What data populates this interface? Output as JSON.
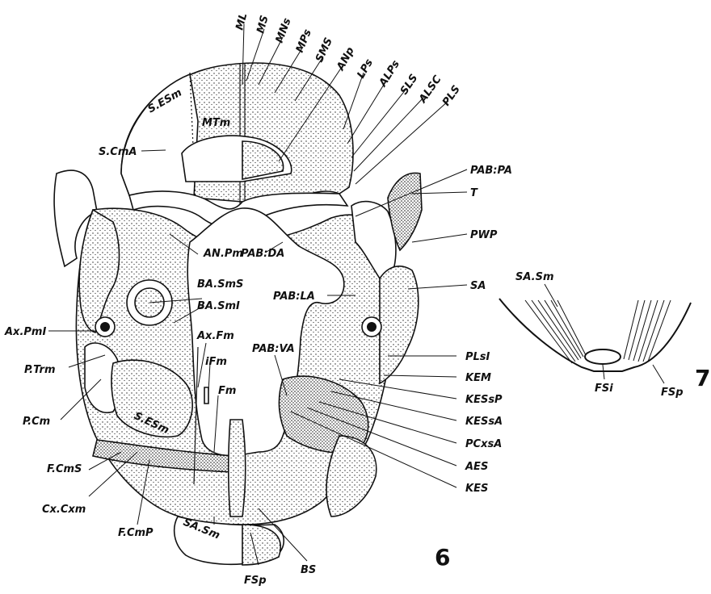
{
  "figure6": {
    "number": "6",
    "labels": {
      "ML": "ML",
      "MS": "MS",
      "MNs": "MNs",
      "MPs": "MPs",
      "SMS": "SMS",
      "ANp": "ANp",
      "LPs": "LPs",
      "ALPs": "ALPs",
      "SLS": "SLS",
      "ALSC": "ALSC",
      "PLS": "PLS",
      "SCmA": "S.CmA",
      "SESm_top": "S.ESm",
      "MTm": "MTm",
      "PAB_PA": "PAB:PA",
      "T": "T",
      "PWP": "PWP",
      "SA": "SA",
      "ANPm": "AN.Pm",
      "PAB_DA": "PAB:DA",
      "PAB_LA": "PAB:LA",
      "BASmS": "BA.SmS",
      "BASmI": "BA.SmI",
      "AxPmI": "Ax.PmI",
      "AxFm": "Ax.Fm",
      "PAB_VA": "PAB:VA",
      "iFm": "iFm",
      "PLsI": "PLsI",
      "PTrm": "P.Trm",
      "KEM": "KEM",
      "KESsP": "KESsP",
      "PCm": "P.Cm",
      "SESm_low": "S.ESm",
      "Fm": "Fm",
      "KESsA": "KESsA",
      "PCxsA": "PCxsA",
      "FCmS": "F.CmS",
      "AES": "AES",
      "KES": "KES",
      "CxCxm": "Cx.Cxm",
      "FCmP": "F.CmP",
      "SASm": "SA.Sm",
      "BS": "BS",
      "FSp": "FSp"
    }
  },
  "figure7": {
    "number": "7",
    "labels": {
      "SASm": "SA.Sm",
      "FSi": "FSi",
      "FSp": "FSp"
    }
  },
  "colors": {
    "ink": "#111111",
    "paper": "#ffffff"
  }
}
